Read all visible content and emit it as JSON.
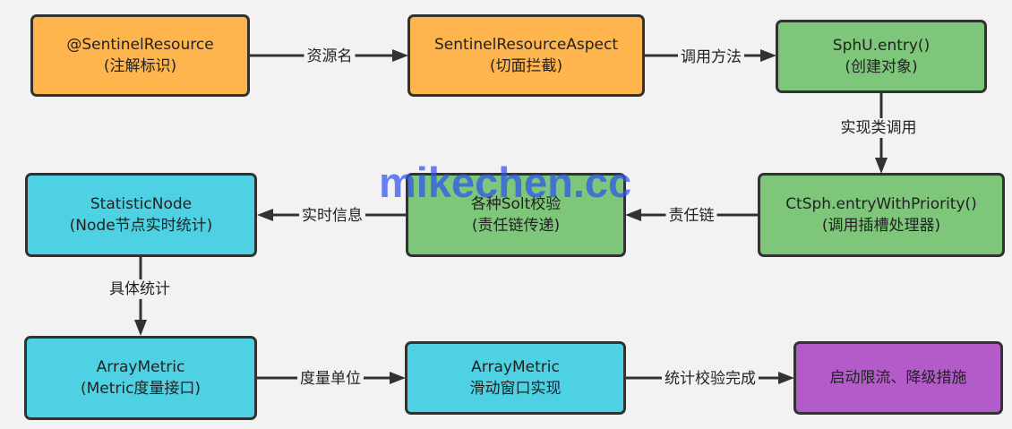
{
  "nodes": {
    "sentinel_resource": {
      "line1": "@SentinelResource",
      "line2": "(注解标识)",
      "color": "#ffb54d"
    },
    "resource_aspect": {
      "line1": "SentinelResourceAspect",
      "line2": "(切面拦截)",
      "color": "#ffb54d"
    },
    "sphu_entry": {
      "line1": "SphU.entry()",
      "line2": "(创建对象)",
      "color": "#7dc67a"
    },
    "ctsph_entry": {
      "line1": "CtSph.entryWithPriority()",
      "line2": "(调用插槽处理器)",
      "color": "#7dc67a"
    },
    "slot_chain": {
      "line1": "各种Solt校验",
      "line2": "(责任链传递)",
      "color": "#7dc67a"
    },
    "statistic_node": {
      "line1": "StatisticNode",
      "line2": "(Node节点实时统计)",
      "color": "#4dd1e3"
    },
    "array_metric_interface": {
      "line1": "ArrayMetric",
      "line2": "(Metric度量接口)",
      "color": "#4dd1e3"
    },
    "array_metric_window": {
      "line1": "ArrayMetric",
      "line2": "滑动窗口实现",
      "color": "#4dd1e3"
    },
    "degrade": {
      "line1": "启动限流、降级措施",
      "color": "#b35bc8"
    }
  },
  "edges": {
    "resource_name": "资源名",
    "call_method": "调用方法",
    "implementation_call": "实现类调用",
    "chain": "责任链",
    "realtime_info": "实时信息",
    "concrete_stats": "具体统计",
    "measure_unit": "度量单位",
    "stats_done": "统计校验完成"
  },
  "watermark": "mikechen.cc"
}
